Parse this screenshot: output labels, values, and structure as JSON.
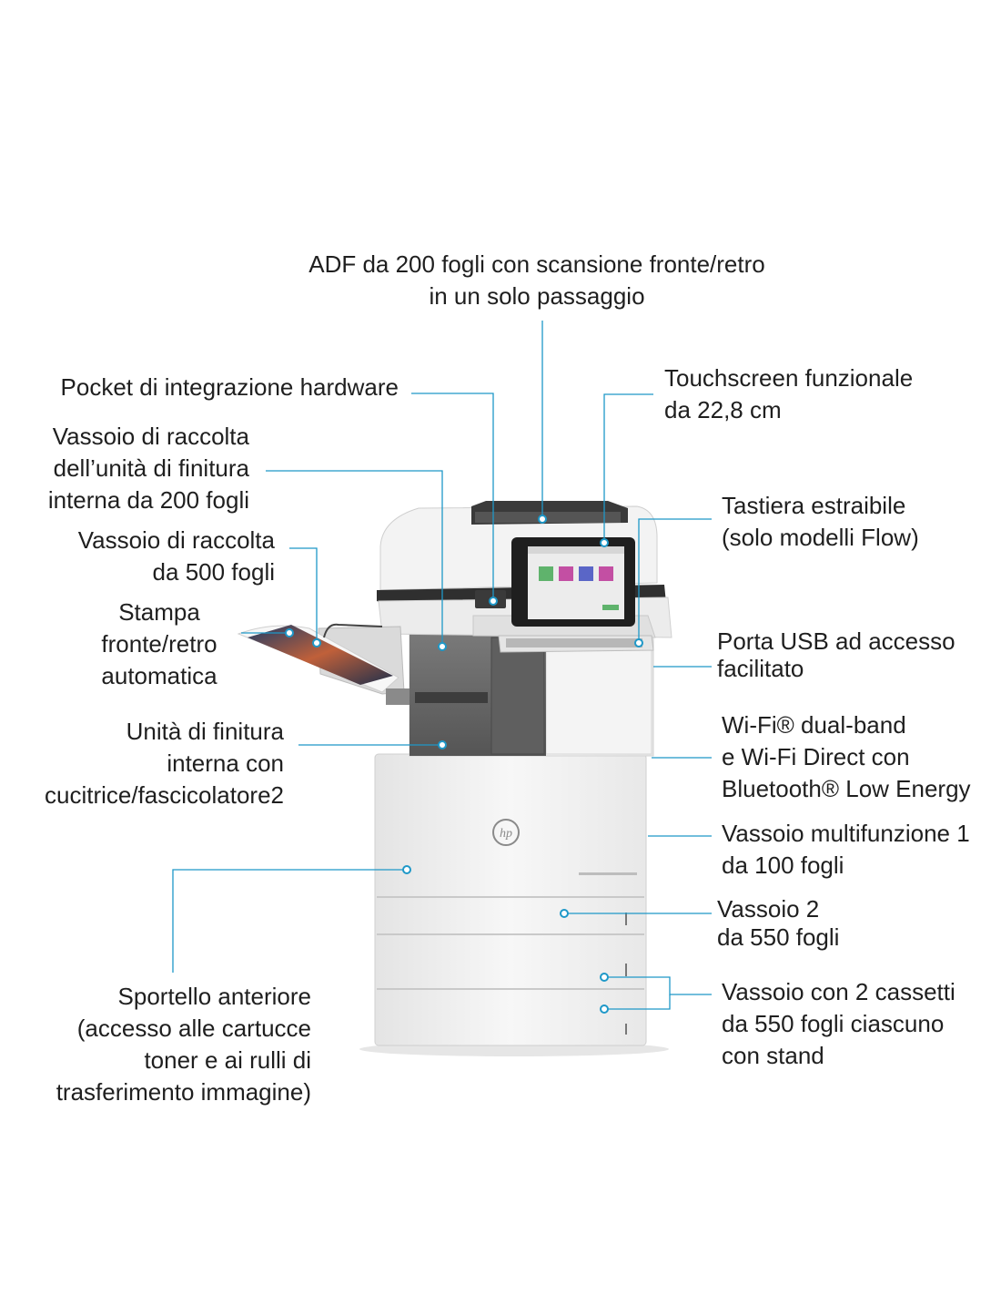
{
  "callouts": {
    "adf": [
      "ADF da 200 fogli con scansione fronte/retro",
      "in un solo passaggio"
    ],
    "pocket": [
      "Pocket di integrazione hardware"
    ],
    "touchscreen": [
      "Touchscreen funzionale",
      "da 22,8 cm"
    ],
    "finisher_bin": [
      "Vassoio di raccolta",
      "dell’unità di finitura",
      "interna da 200 fogli"
    ],
    "keyboard": [
      "Tastiera estraibile",
      "(solo modelli Flow)"
    ],
    "output_bin": [
      "Vassoio di raccolta",
      "da 500 fogli"
    ],
    "duplex": [
      "Stampa",
      "fronte/retro",
      "automatica"
    ],
    "usb": [
      "Porta USB ad accesso",
      "facilitato"
    ],
    "stapler": [
      "Unità di finitura",
      "interna con",
      "cucitrice/fascicolatore2"
    ],
    "wifi": [
      "Wi-Fi® dual-band",
      "e Wi-Fi Direct con",
      "Bluetooth® Low Energy"
    ],
    "tray1": [
      "Vassoio multifunzione 1",
      "da 100 fogli"
    ],
    "tray2": [
      "Vassoio 2",
      "da 550 fogli"
    ],
    "front_door": [
      "Sportello anteriore",
      "(accesso alle cartucce",
      "toner e ai rulli di",
      "trasferimento immagine)"
    ],
    "tray_stand": [
      "Vassoio con 2 cassetti",
      "da 550 fogli ciascuno",
      "con stand"
    ]
  },
  "printer": {
    "logo": "hp"
  },
  "colors": {
    "leader": "#1e98c8",
    "body": "#f2f2f2",
    "dark": "#6a6a6a"
  }
}
